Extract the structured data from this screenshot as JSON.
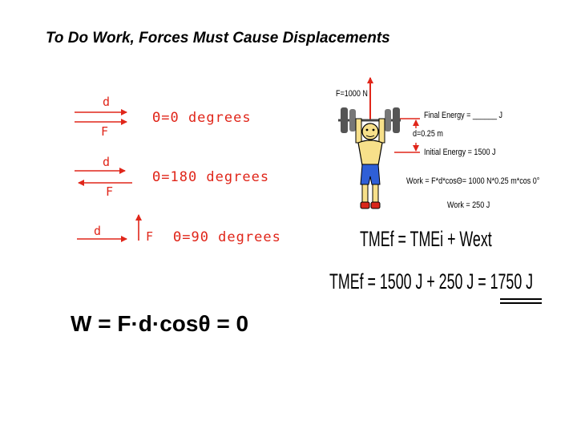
{
  "title": "To Do Work, Forces Must Cause Displacements",
  "cases": [
    {
      "d": "d",
      "F": "F",
      "angle": "Θ=0 degrees"
    },
    {
      "d": "d",
      "F": "F",
      "angle": "Θ=180 degrees"
    },
    {
      "d": "d",
      "F": "F",
      "angle": "Θ=90 degrees"
    }
  ],
  "lifter": {
    "force": "F=1000 N",
    "final_energy": "Final Energy = ______ J",
    "displacement": "d=0.25 m",
    "initial_energy": "Initial Energy = 1500 J",
    "work_formula": "Work = F*d*cosΘ= 1000 N*0.25 m*cos 0°",
    "work_result": "Work = 250 J"
  },
  "equations": {
    "energy_balance": "TMEf = TMEi + Wext",
    "energy_result": "TMEf = 1500 J + 250 J = 1750 J",
    "work_zero": "W = F·d·cosθ = 0"
  },
  "colors": {
    "accent": "#e0261a",
    "text": "#000000",
    "skin": "#f7e08a",
    "shirt": "#2f5fd6"
  }
}
